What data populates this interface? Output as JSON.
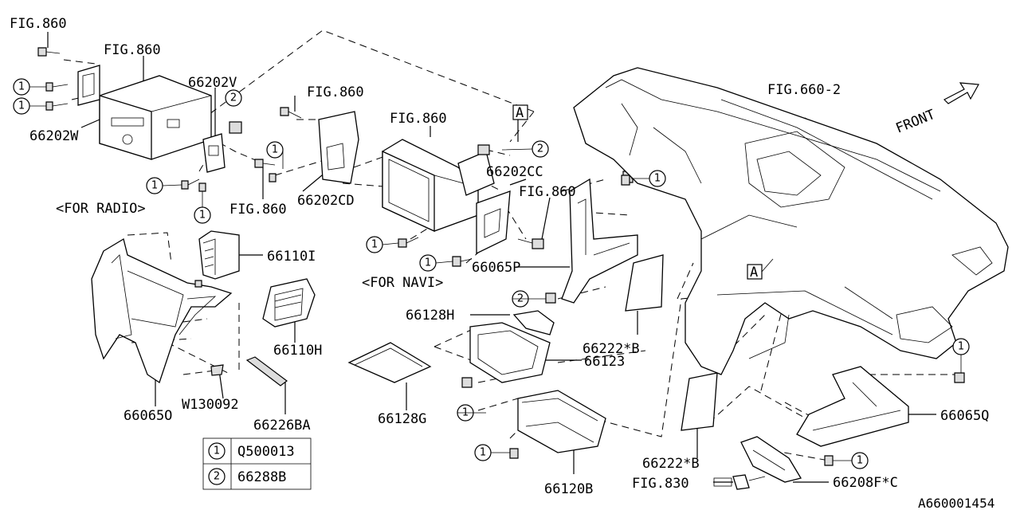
{
  "labels": {
    "fig860_a": "FIG.860",
    "fig860_b": "FIG.860",
    "p66202V": "66202V",
    "p66202W": "66202W",
    "fig860_c": "FIG.860",
    "fig860_d": "FIG.860",
    "p66202CD": "66202CD",
    "for_radio": "<FOR RADIO>",
    "fig860_e": "FIG.860",
    "p66202CC": "66202CC",
    "fig860_f": "FIG.860",
    "for_navi": "<FOR NAVI>",
    "p66065P": "66065P",
    "fig660_2": "FIG.660-2",
    "front": "FRONT",
    "p66110I": "66110I",
    "p66110H": "66110H",
    "p66128H": "66128H",
    "p66222B_a": "66222*B",
    "p66123": "66123",
    "p66065O": "66065O",
    "w130092": "W130092",
    "p66226BA": "66226BA",
    "p66128G": "66128G",
    "p66065Q": "66065Q",
    "p66222B_b": "66222*B",
    "p66120B": "66120B",
    "fig830": "FIG.830",
    "p66208FC": "66208F*C",
    "ref_a1": "A",
    "ref_a2": "A",
    "drawing_no": "A660001454"
  },
  "callout": "1",
  "callout2": "2",
  "legend": [
    {
      "key": "1",
      "part": "Q500013"
    },
    {
      "key": "2",
      "part": "66288B"
    }
  ]
}
